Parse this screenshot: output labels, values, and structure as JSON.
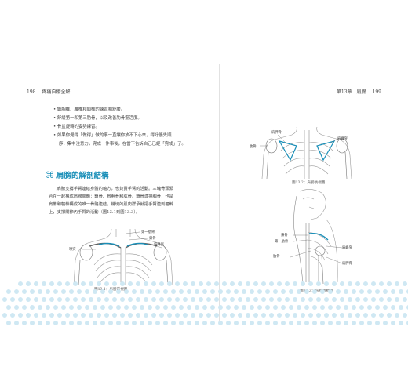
{
  "header": {
    "left_page": "198",
    "left_title": "疼痛自療全解",
    "right_title": "第13章　肩膀",
    "right_page": "199"
  },
  "left": {
    "bullets": [
      {
        "text": "鍛胸椎、腰椎和頸椎的練習和舒緩。",
        "cont": false
      },
      {
        "text": "舒緩第一和第三肋骨，以及改善肋骨靈活度。",
        "cont": false
      },
      {
        "text": "骨盆旋轉的姿勢練習。",
        "cont": false
      },
      {
        "text": "如果你覺得「做得」做的事一直讓你放不下心來，得好優先順",
        "cont": false
      },
      {
        "text": "序，集中注意力，完成一件事後，在當下告訴自己已經「完成」了。",
        "cont": true
      }
    ],
    "section_title": "肩膀的解剖結構",
    "paragraph": [
      "　　肩膀支撐手臂連結身體的軸方，也負責手臂的活動。三塊骨頭緊",
      "合在一起構成肩膀關節：鎖骨、肩胛骨和肱骨。鎖骨連接胸骨，也是",
      "肩帶和軀幹構成的唯一骨骼連結，幾塊的肌肉群承就把手臂連到軀幹",
      "上，支撐關節內手臂的活動（圖13.1到圖13.3）。"
    ],
    "figure": {
      "labels": {
        "first_rib": "第一肋骨",
        "clavicle": "鎖骨",
        "acromion_left": "喙突",
        "acromion_right": "肩峰突"
      },
      "caption": "圖13.1：肩膀前視圖"
    }
  },
  "right": {
    "figure_top": {
      "labels": {
        "scapula_spine": "肩胛骨",
        "humerus": "肱骨",
        "acromion": "肩峰突"
      },
      "caption": "圖13.2：肩膀後視圖"
    },
    "figure_bottom": {
      "labels": {
        "clavicle": "鎖骨",
        "first_rib": "第一肋骨",
        "acromion": "肩峰突",
        "scapula": "肩胛骨"
      },
      "caption": "圖13.3：肩膀側視圖"
    }
  },
  "colors": {
    "accent": "#1a8fb8",
    "dots": "#cfe8f3"
  },
  "icons": {
    "section": "clover-icon"
  }
}
